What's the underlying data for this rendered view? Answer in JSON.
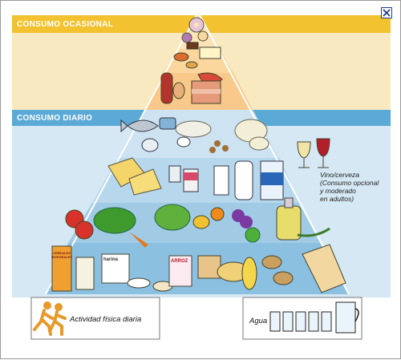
{
  "window": {
    "close_icon": "close-icon",
    "accent": "#1c3c8c"
  },
  "sections": {
    "occasional": {
      "title": "CONSUMO OCASIONAL",
      "color": "#f2c230",
      "pale": "#f8e9c0"
    },
    "daily": {
      "title": "CONSUMO DIARIO",
      "color": "#5aa9d6",
      "pale": "#d5e8f4"
    }
  },
  "wine_note": {
    "lines": [
      "Vino/cerveza",
      "(Consumo opcional",
      "y moderado",
      "en adultos)"
    ]
  },
  "bottom": {
    "activity_label": "Actividad física diaria",
    "water_label": "Agua"
  },
  "food_labels": {
    "cereal_box": "CEREALES INTEGRALES",
    "flour_bag": "harina",
    "rice_box": "ARROZ"
  },
  "icons": [
    "close-icon",
    "runner-icon",
    "water-glass-icon",
    "water-jug-icon",
    "wine-glass-icon"
  ]
}
